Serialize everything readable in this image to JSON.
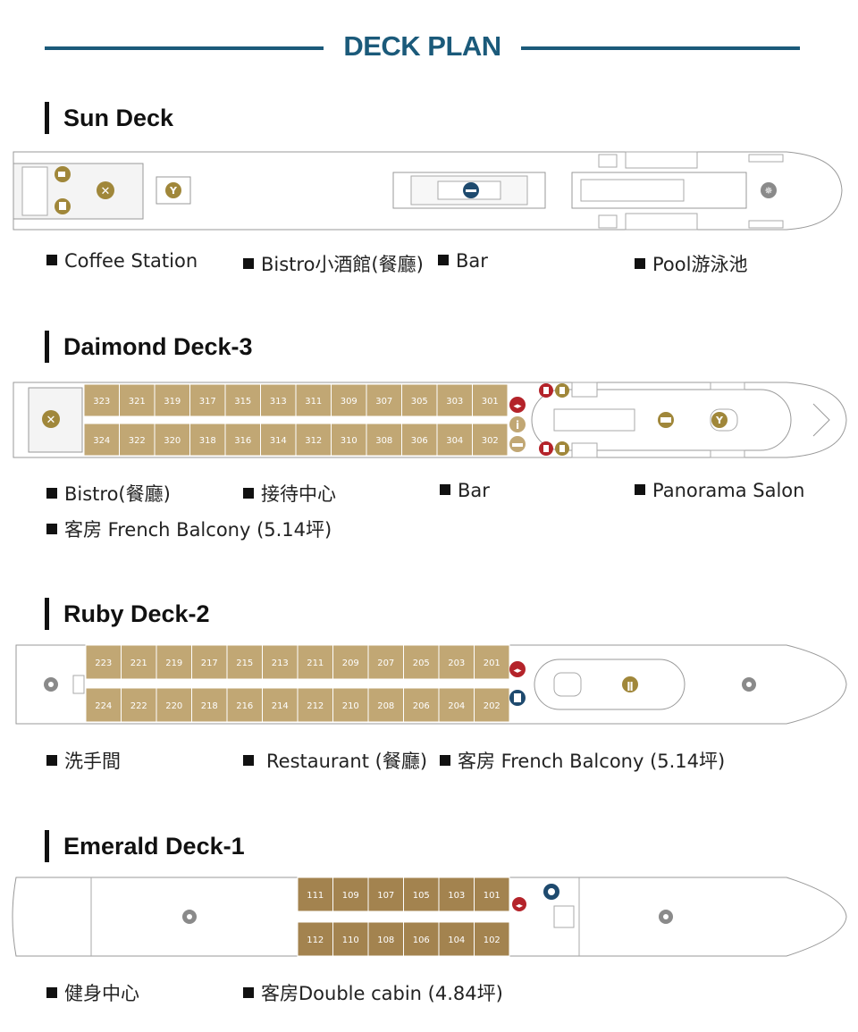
{
  "title": "DECK PLAN",
  "colors": {
    "title": "#1b5a7a",
    "cabin": "#c1a774",
    "cabin_dark": "#a3834f",
    "icon_gold": "#a0873a",
    "icon_red": "#b4232a",
    "icon_navy": "#1e4a6e",
    "icon_gray": "#8a8a8a"
  },
  "decks": {
    "sun": {
      "name": "Sun Deck",
      "legend": [
        "Coffee Station",
        "Bistro小酒館(餐廳)",
        "Bar",
        "Pool游泳池"
      ]
    },
    "diamond": {
      "name": "Daimond Deck-3",
      "cabins_top": [
        "323",
        "321",
        "319",
        "317",
        "315",
        "313",
        "311",
        "309",
        "307",
        "305",
        "303",
        "301"
      ],
      "cabins_bottom": [
        "324",
        "322",
        "320",
        "318",
        "316",
        "314",
        "312",
        "310",
        "308",
        "306",
        "304",
        "302"
      ],
      "legend": [
        "Bistro(餐廳)",
        "接待中心",
        "Bar",
        "Panorama Salon",
        "客房 French Balcony (5.14坪)"
      ]
    },
    "ruby": {
      "name": "Ruby Deck-2",
      "cabins_top": [
        "223",
        "221",
        "219",
        "217",
        "215",
        "213",
        "211",
        "209",
        "207",
        "205",
        "203",
        "201"
      ],
      "cabins_bottom": [
        "224",
        "222",
        "220",
        "218",
        "216",
        "214",
        "212",
        "210",
        "208",
        "206",
        "204",
        "202"
      ],
      "legend": [
        "洗手間",
        "Restaurant (餐廳)",
        "客房 French Balcony (5.14坪)"
      ]
    },
    "emerald": {
      "name": "Emerald Deck-1",
      "cabins_top": [
        "111",
        "109",
        "107",
        "105",
        "103",
        "101"
      ],
      "cabins_bottom": [
        "112",
        "110",
        "108",
        "106",
        "104",
        "102"
      ],
      "legend": [
        "健身中心",
        "客房Double cabin (4.84坪)"
      ]
    }
  },
  "icons": {
    "coffee": "coffee-cup-icon",
    "bistro": "fork-knife-icon",
    "bar": "cocktail-icon",
    "pool": "swimmer-icon",
    "wheel": "ship-wheel-icon",
    "reception": "info-icon",
    "lounge": "sofa-icon",
    "restroom": "restroom-icon",
    "restaurant": "fork-spoon-icon",
    "fitness": "fitness-icon",
    "elevator": "elevator-icon",
    "tea": "cup-icon"
  }
}
